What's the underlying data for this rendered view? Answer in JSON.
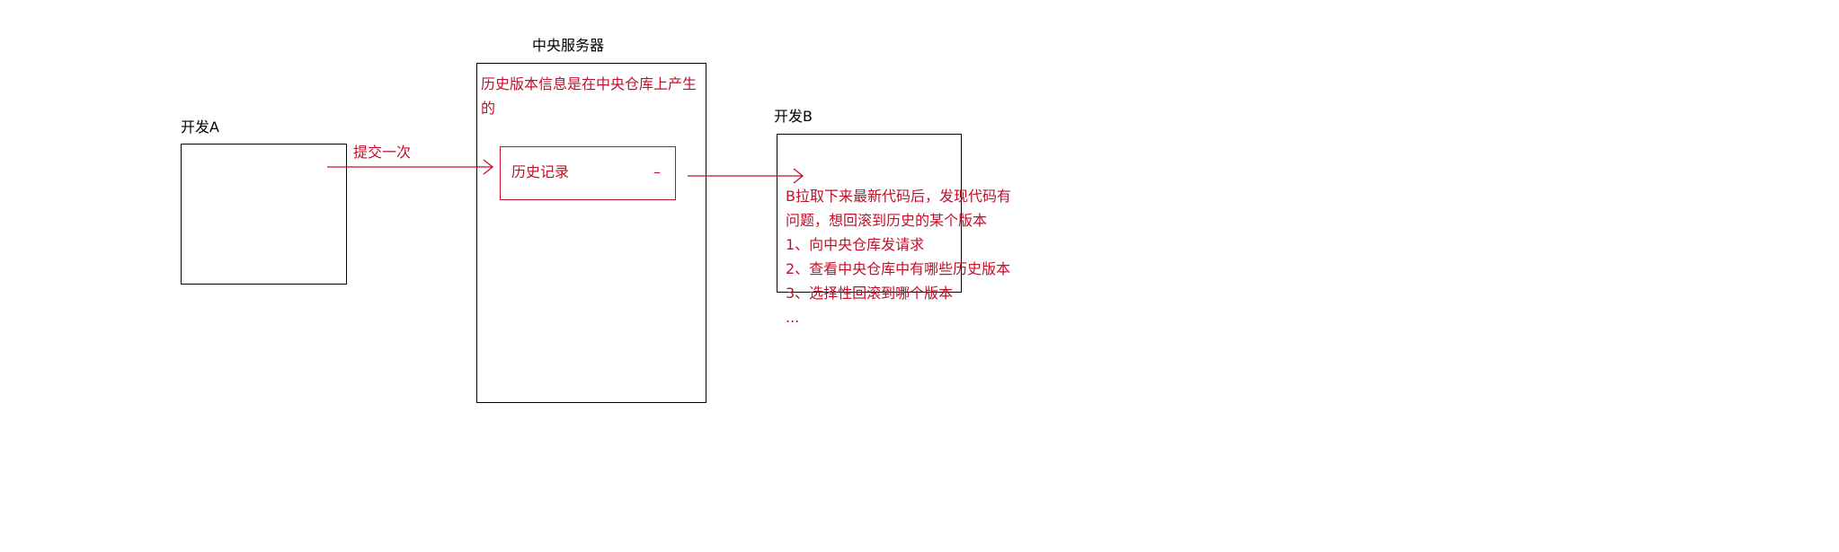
{
  "colors": {
    "stroke": "#000000",
    "accent": "#c0102a"
  },
  "dev_a": {
    "label": "开发A"
  },
  "arrow_commit": {
    "label": "提交一次"
  },
  "server": {
    "title": "中央服务器",
    "note_line1": "历史版本信息是在中央仓库上产生",
    "note_line2": "的",
    "history_box": {
      "label": "历史记录",
      "marker": "–"
    }
  },
  "dev_b": {
    "label": "开发B",
    "notes": [
      "B拉取下来最新代码后，发现代码有",
      "问题，想回滚到历史的某个版本",
      "1、向中央仓库发请求",
      "2、查看中央仓库中有哪些历史版本",
      "3、选择性回滚到哪个版本",
      "..."
    ]
  }
}
